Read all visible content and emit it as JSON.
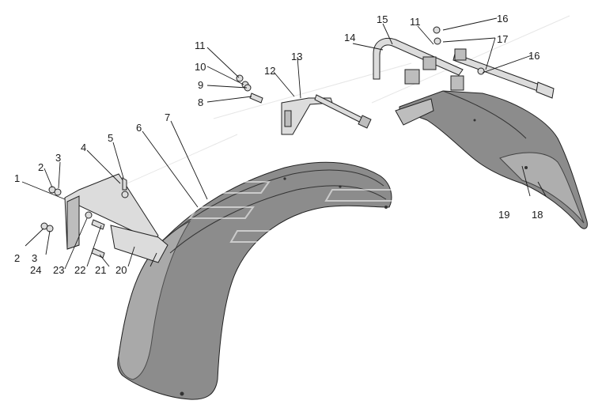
{
  "diagram": {
    "callouts": [
      {
        "id": "c1",
        "text": "1"
      },
      {
        "id": "c2a",
        "text": "2"
      },
      {
        "id": "c3a",
        "text": "3"
      },
      {
        "id": "c4",
        "text": "4"
      },
      {
        "id": "c5",
        "text": "5"
      },
      {
        "id": "c6",
        "text": "6"
      },
      {
        "id": "c7",
        "text": "7"
      },
      {
        "id": "c8",
        "text": "8"
      },
      {
        "id": "c9",
        "text": "9"
      },
      {
        "id": "c10",
        "text": "10"
      },
      {
        "id": "c11a",
        "text": "11"
      },
      {
        "id": "c12",
        "text": "12"
      },
      {
        "id": "c13",
        "text": "13"
      },
      {
        "id": "c14",
        "text": "14"
      },
      {
        "id": "c15",
        "text": "15"
      },
      {
        "id": "c11b",
        "text": "11"
      },
      {
        "id": "c16a",
        "text": "16"
      },
      {
        "id": "c17",
        "text": "17"
      },
      {
        "id": "c16b",
        "text": "16"
      },
      {
        "id": "c2b",
        "text": "2"
      },
      {
        "id": "c3b",
        "text": "3"
      },
      {
        "id": "c24",
        "text": "24"
      },
      {
        "id": "c23",
        "text": "23"
      },
      {
        "id": "c22",
        "text": "22"
      },
      {
        "id": "c21",
        "text": "21"
      },
      {
        "id": "c20",
        "text": "20"
      },
      {
        "id": "c19",
        "text": "19"
      },
      {
        "id": "c18",
        "text": "18"
      }
    ]
  }
}
